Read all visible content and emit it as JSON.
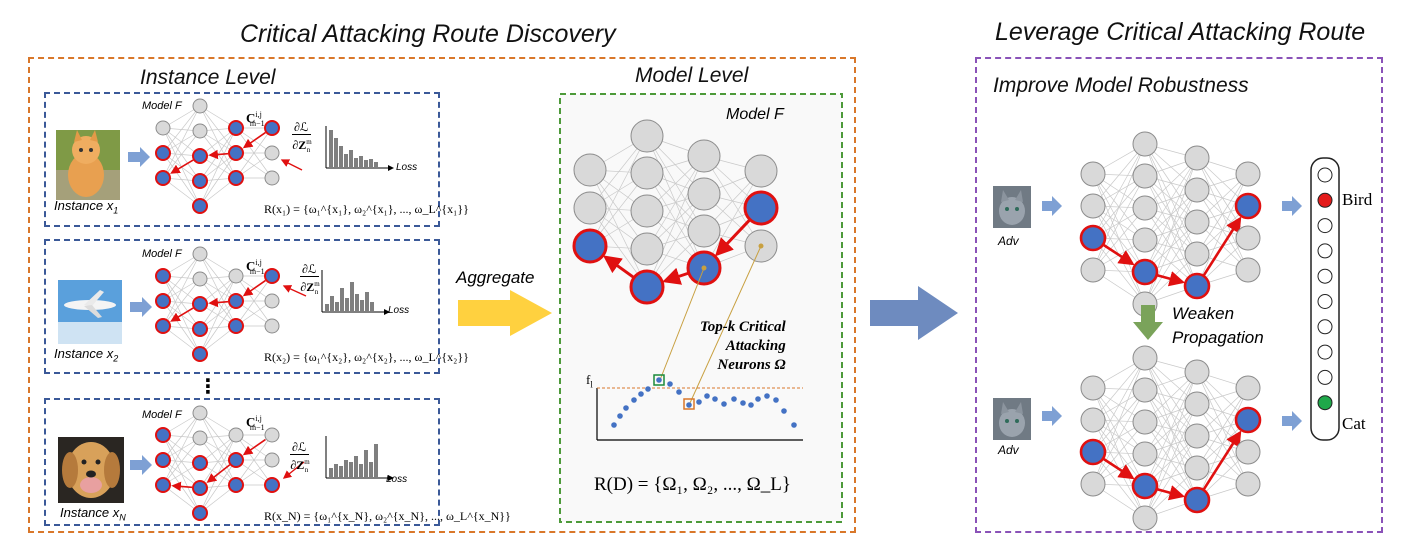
{
  "titles": {
    "discovery": "Critical Attacking Route Discovery",
    "leverage": "Leverage Critical Attacking Route",
    "instance_level": "Instance Level",
    "model_level": "Model Level",
    "improve": "Improve Model Robustness"
  },
  "instances": [
    {
      "label": "Instance x",
      "sub": "1",
      "model": "Model F",
      "c": "C",
      "csup": "i,j",
      "csub": "m−1",
      "grad_top": "∂ℒ",
      "grad_bot": "∂Z",
      "grad_bot_sup": "m",
      "grad_bot_sub": "n",
      "loss": "Loss",
      "route": "R(x₁) = {ω₁^{x₁}, ω₂^{x₁}, ..., ω_L^{x₁}}",
      "route_lhs": "R(x",
      "route_lhs_sub": "1",
      "route_rhs": ") = {ω",
      "image": "cat"
    },
    {
      "label": "Instance x",
      "sub": "2",
      "model": "Model F",
      "c": "C",
      "csup": "i,j",
      "csub": "m−1",
      "grad_top": "∂ℒ",
      "grad_bot": "∂Z",
      "grad_bot_sup": "m",
      "grad_bot_sub": "n",
      "loss": "Loss",
      "route": "R(x₂) = {ω₁^{x₂}, ω₂^{x₂}, ..., ω_L^{x₂}}",
      "route_lhs": "R(x",
      "route_lhs_sub": "2",
      "route_rhs": ") = {ω",
      "image": "plane"
    },
    {
      "label": "Instance x",
      "sub": "N",
      "model": "Model F",
      "c": "C",
      "csup": "i,j",
      "csub": "m−1",
      "grad_top": "∂ℒ",
      "grad_bot": "∂Z",
      "grad_bot_sup": "m",
      "grad_bot_sub": "n",
      "loss": "Loss",
      "route": "R(x_N) = {ω₁^{x_N}, ω₂^{x_N}, ..., ω_L^{x_N}}",
      "route_lhs": "R(x",
      "route_lhs_sub": "N",
      "route_rhs": ") = {ω",
      "image": "dog"
    }
  ],
  "ellipsis": "⋮",
  "aggregate": "Aggregate",
  "model_level": {
    "model_label": "Model F",
    "topk_line1": "Top-k Critical",
    "topk_line2": "Attacking",
    "topk_line3": "Neurons Ω",
    "f_label": "f",
    "f_sub": "l",
    "formula": "R(D) = {Ω₁, Ω₂, ..., Ω_L}"
  },
  "right": {
    "adv_label": "Adv",
    "weaken_line1": "Weaken",
    "weaken_line2": "Propagation",
    "bird": "Bird",
    "cat": "Cat"
  },
  "colors": {
    "neuron_fill": "#d9d9d9",
    "neuron_stroke": "#8c8c8c",
    "critical_fill": "#4472c4",
    "critical_stroke": "#e01010",
    "route": "#e01010",
    "arrow_blue": "#7ea0d4",
    "arrow_big": "#6e8bbf",
    "arrow_yellow": "#ffd13f",
    "arrow_green": "#7aa35a",
    "bird_dot": "#e41a1a",
    "cat_dot": "#1fa84a"
  }
}
